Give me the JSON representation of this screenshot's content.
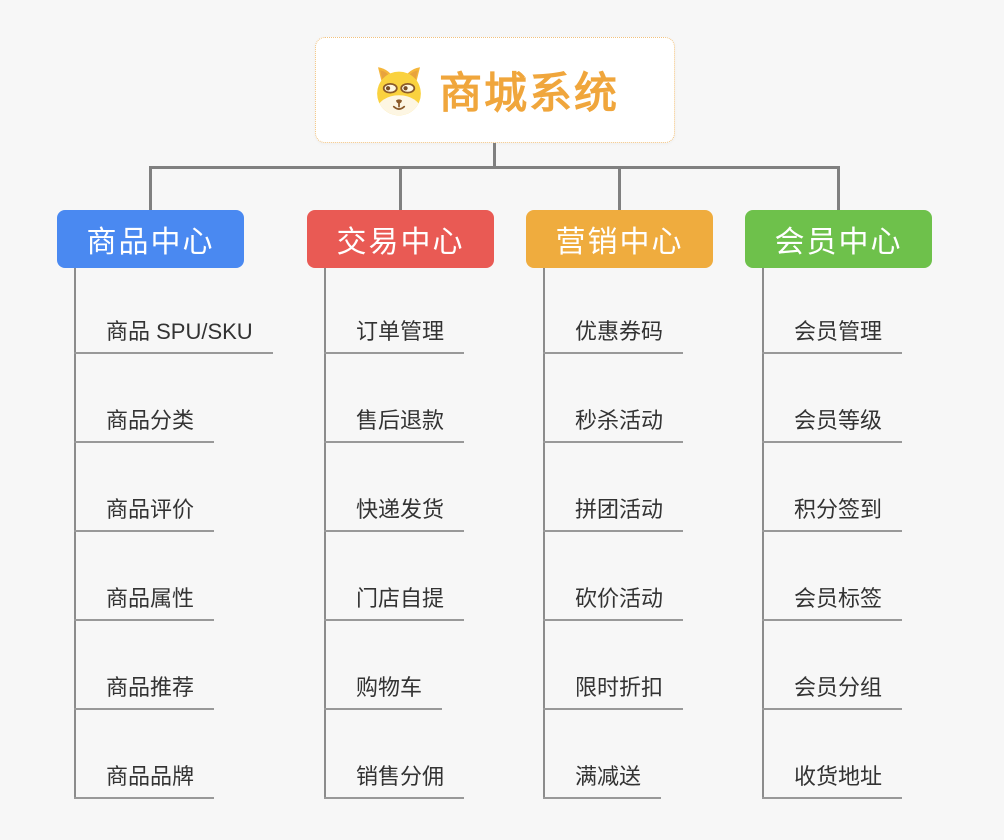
{
  "page": {
    "background": "#f7f7f7"
  },
  "root": {
    "title": "商城系统",
    "icon": "dog-mascot-icon",
    "text_color": "#f0a63c",
    "border_color": "#f2c27e"
  },
  "connector_color": "#808080",
  "lines": {
    "trunk_color": "#8c8c8c",
    "underline_color": "#999999"
  },
  "branches": [
    {
      "key": "goods",
      "label": "商品中心",
      "color": "#4a89f1",
      "items": [
        "商品 SPU/SKU",
        "商品分类",
        "商品评价",
        "商品属性",
        "商品推荐",
        "商品品牌"
      ]
    },
    {
      "key": "trade",
      "label": "交易中心",
      "color": "#e95a54",
      "items": [
        "订单管理",
        "售后退款",
        "快递发货",
        "门店自提",
        "购物车",
        "销售分佣"
      ]
    },
    {
      "key": "marketing",
      "label": "营销中心",
      "color": "#efac3e",
      "items": [
        "优惠券码",
        "秒杀活动",
        "拼团活动",
        "砍价活动",
        "限时折扣",
        "满减送"
      ]
    },
    {
      "key": "member",
      "label": "会员中心",
      "color": "#6ec14b",
      "items": [
        "会员管理",
        "会员等级",
        "积分签到",
        "会员标签",
        "会员分组",
        "收货地址"
      ]
    }
  ]
}
